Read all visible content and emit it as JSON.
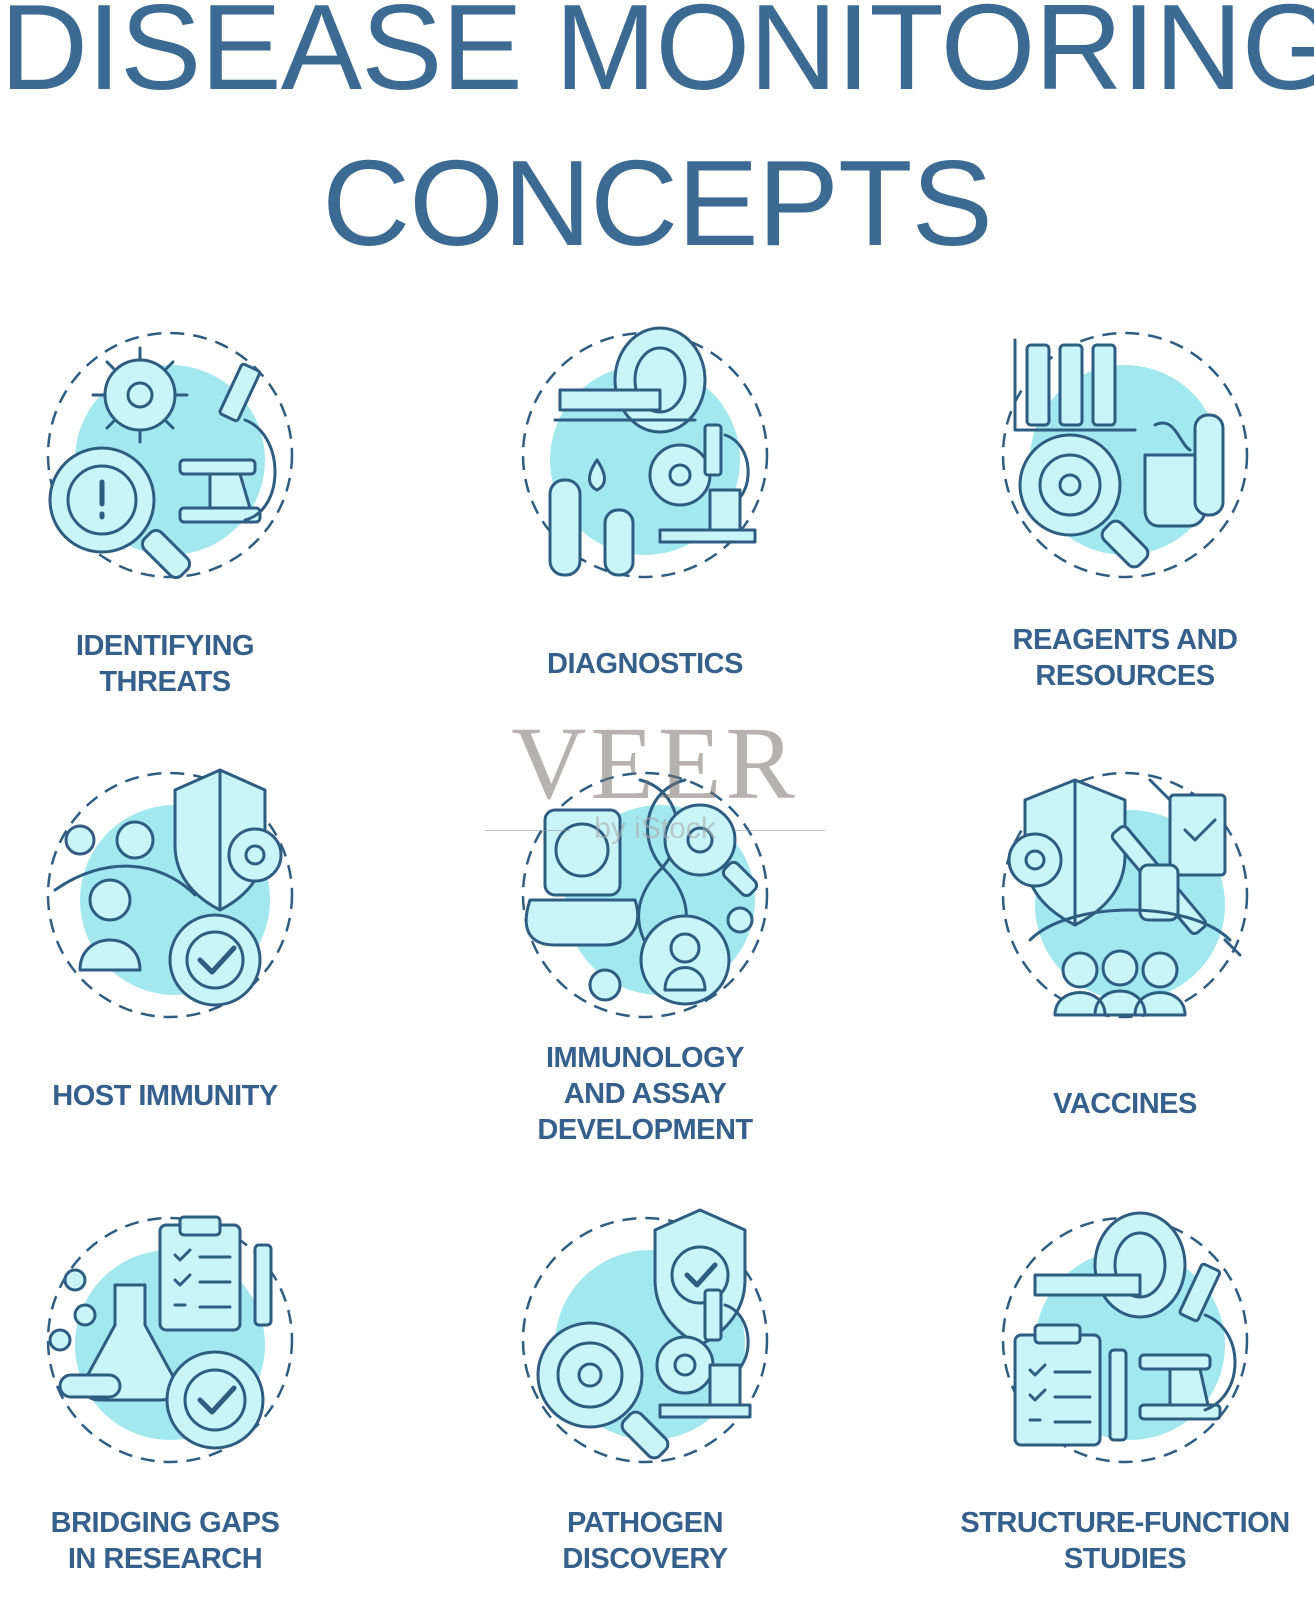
{
  "title": {
    "line1": "DISEASE MONITORING",
    "line2": "CONCEPTS"
  },
  "concepts": [
    {
      "label": "IDENTIFYING\nTHREATS",
      "icon": "virus-magnifier-microscope-icon"
    },
    {
      "label": "DIAGNOSTICS",
      "icon": "mri-lab-diagnostics-icon"
    },
    {
      "label": "REAGENTS AND\nRESOURCES",
      "icon": "test-tubes-beaker-icon"
    },
    {
      "label": "HOST IMMUNITY",
      "icon": "shield-person-gear-icon"
    },
    {
      "label": "IMMUNOLOGY\nAND ASSAY\nDEVELOPMENT",
      "icon": "dna-centrifuge-person-icon"
    },
    {
      "label": "VACCINES",
      "icon": "shield-syringe-people-icon"
    },
    {
      "label": "BRIDGING GAPS\nIN RESEARCH",
      "icon": "clipboard-flask-gear-icon"
    },
    {
      "label": "PATHOGEN\nDISCOVERY",
      "icon": "shield-virus-microscope-icon"
    },
    {
      "label": "STRUCTURE-FUNCTION\nSTUDIES",
      "icon": "mri-clipboard-microscope-icon"
    }
  ],
  "watermark": {
    "brand": "VEER",
    "sub": "by iStock"
  },
  "colors": {
    "primary": "#3c6a93",
    "label": "#36608c",
    "accent": "#a3e8ef",
    "stroke": "#2f5d82"
  }
}
